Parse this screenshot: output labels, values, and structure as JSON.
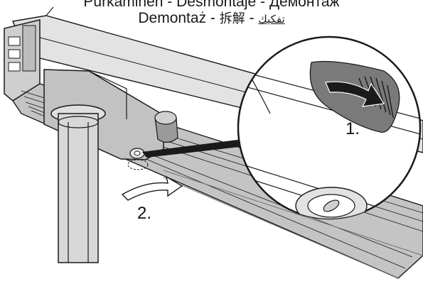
{
  "header": {
    "line1": "Purkaminen - Desmontaje - Демонтаж",
    "line2_latin": "Demontaż - ",
    "line2_cjk": "拆解",
    "line2_sep": " - ",
    "line2_arabic": "تفكيك"
  },
  "steps": {
    "step1": "1.",
    "step2": "2."
  },
  "colors": {
    "line": "#1a1a1a",
    "metal": "#d6d6d6",
    "metal_dark": "#a9a9a9",
    "shadow": "#8c8c8c",
    "bg": "#ffffff"
  },
  "icons": [
    "rotate-arrow-icon",
    "rotate-arrow-icon"
  ]
}
